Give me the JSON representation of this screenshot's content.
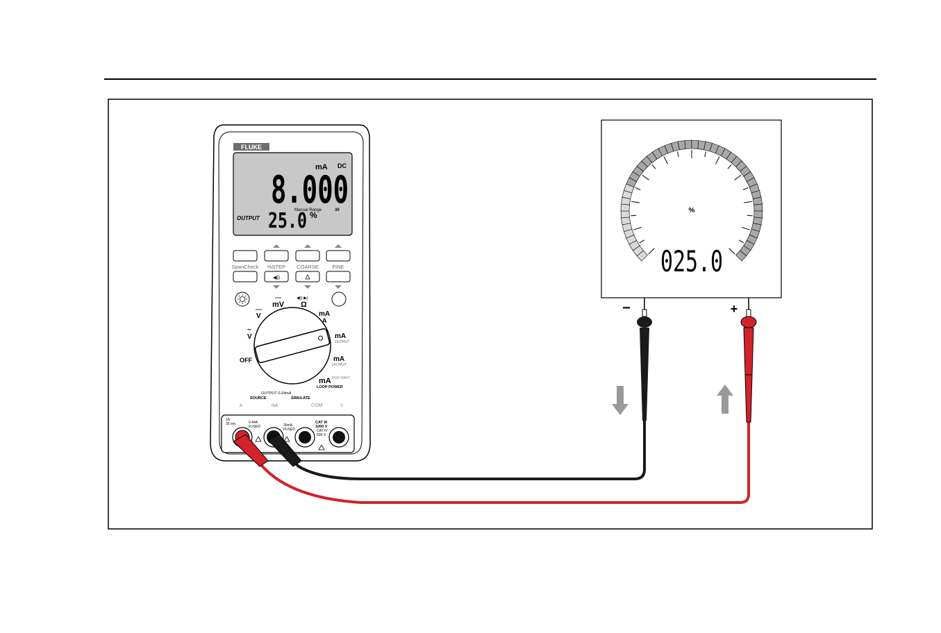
{
  "meter": {
    "brand": "FLUKE",
    "display": {
      "unit": "mA",
      "mode": "DC",
      "primary_reading": "8.000",
      "range_label": "Manual Range",
      "bar_label": "30",
      "output_label": "OUTPUT",
      "secondary_reading": "25.0",
      "secondary_unit": "%"
    },
    "buttons": {
      "spancheck": "SpanCheck",
      "step": "%STEP",
      "coarse": "COARSE",
      "fine": "FINE"
    },
    "dial": {
      "off": "OFF",
      "v_ac": "V",
      "v_dc": "V",
      "mv": "mV",
      "ohm": "Ω",
      "ma_a": "mA",
      "a": "A",
      "ma_output": "mA",
      "output_sub": "OUTPUT",
      "ma_output2": "mA",
      "output_sub2": "OUTPUT",
      "ma_loop": "mA",
      "hart": "250Ω HART",
      "loop_power": "LOOP POWER"
    },
    "jacks": {
      "output_range": "OUTPUT 0-24mA",
      "source": "SOURCE",
      "simulate": "SIMULATE",
      "a_label": "A",
      "ma_label": "mA",
      "com": "COM",
      "v_label": "V",
      "fuse1_a": "1A",
      "fuse1_b": "30 sec",
      "fuse2_a": "0.44A",
      "fuse2_b": "FUSED",
      "fuse3_a": "30mA",
      "fuse3_b": "FUSED",
      "cat3": "CAT III",
      "cat3_v": "1000 V",
      "cat4": "CAT IV",
      "cat4_v": "600 V"
    }
  },
  "gauge": {
    "unit": "%",
    "reading": "025.0",
    "minus": "−",
    "plus": "+"
  },
  "colors": {
    "red_lead": "#d2232a",
    "black_lead": "#1a1a1a",
    "gray_arrow": "#999999",
    "lcd_bg": "#c8c8c8"
  }
}
